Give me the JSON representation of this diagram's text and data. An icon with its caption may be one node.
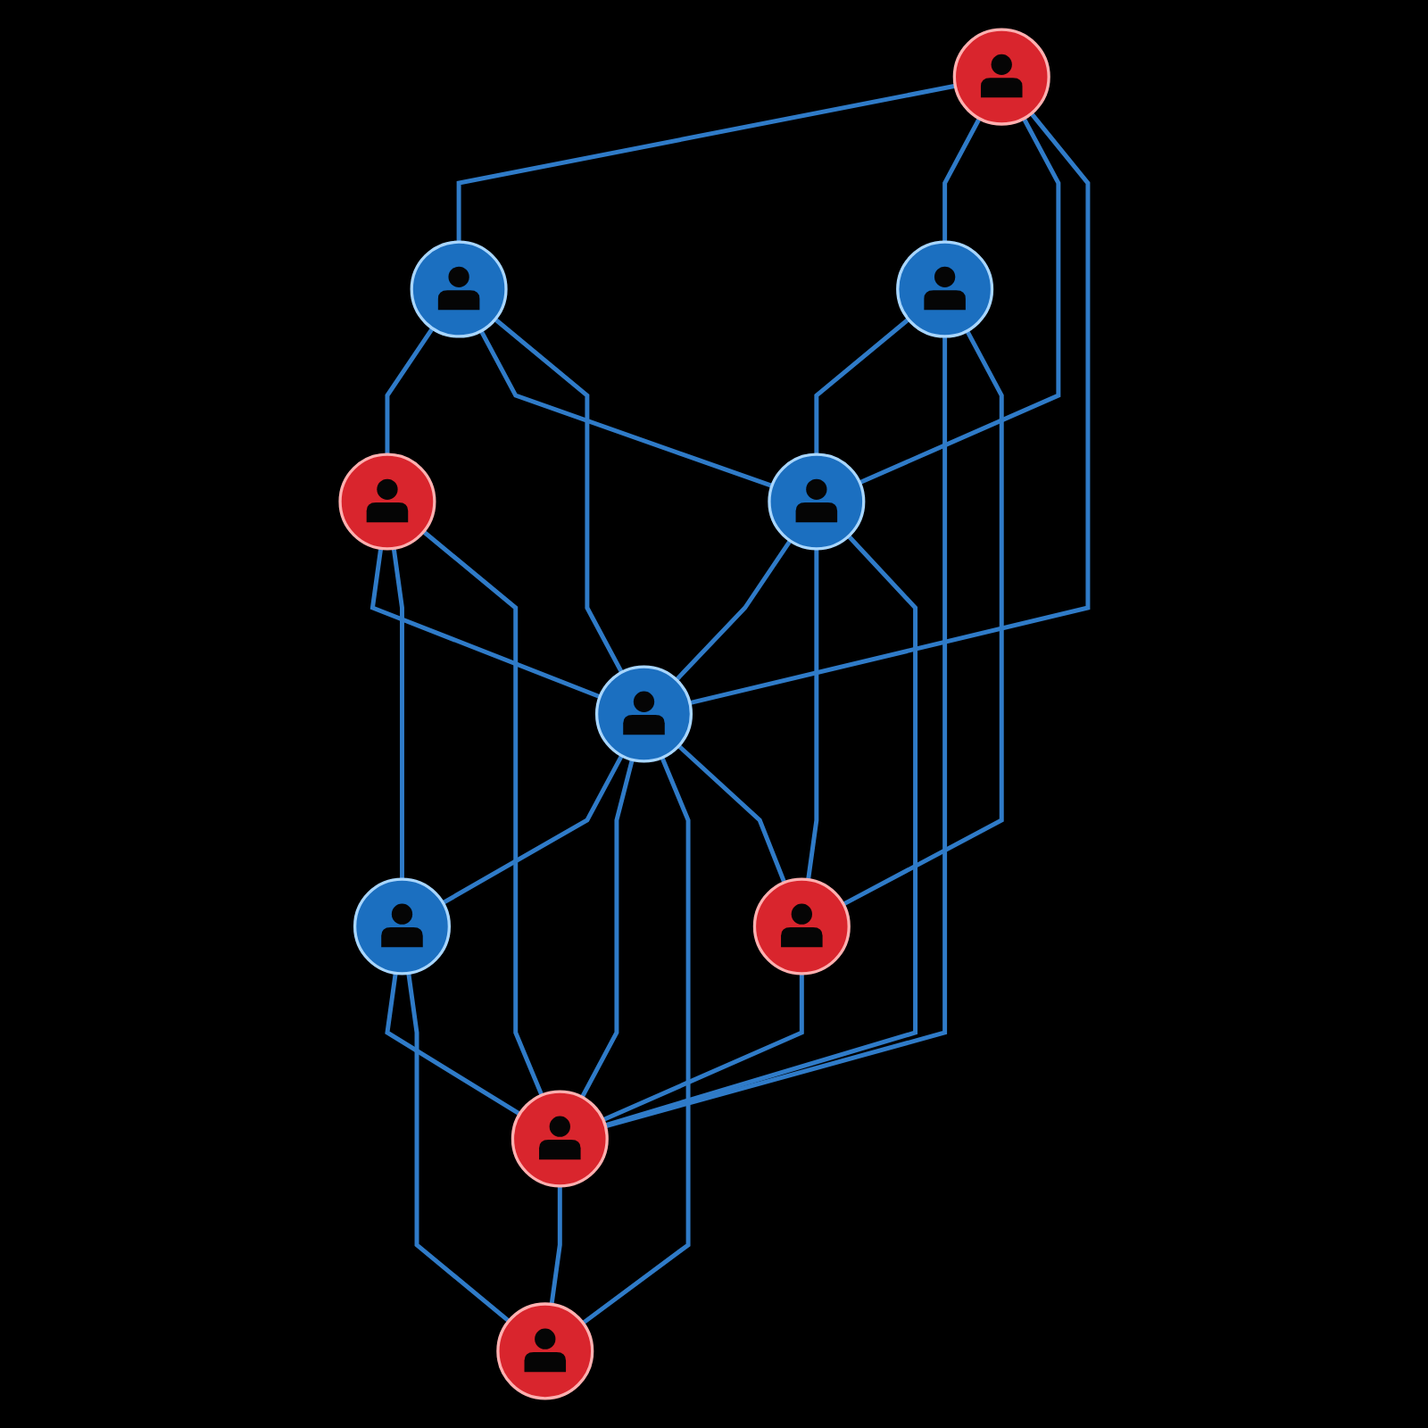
{
  "diagram": {
    "nodes": [
      {
        "text": [],
        "shape": "person"
      },
      {
        "text": [],
        "shape": "person"
      },
      {
        "text": [],
        "shape": "person"
      },
      {
        "text": [],
        "shape": "person"
      },
      {
        "text": [],
        "shape": "person"
      },
      {
        "text": [],
        "shape": "person"
      },
      {
        "text": [],
        "shape": "person"
      },
      {
        "text": [],
        "shape": "person"
      },
      {
        "text": [],
        "shape": "person"
      },
      {
        "text": [],
        "shape": "person"
      }
    ],
    "edges": [
      {
        "from": 0,
        "to": 1,
        "arrow": "none"
      },
      {
        "from": 0,
        "to": 3,
        "arrow": "none"
      },
      {
        "from": 0,
        "to": 4,
        "arrow": "none"
      },
      {
        "from": 0,
        "to": 5,
        "arrow": "none"
      },
      {
        "from": 1,
        "to": 2,
        "arrow": "none"
      },
      {
        "from": 1,
        "to": 4,
        "arrow": "none"
      },
      {
        "from": 1,
        "to": 5,
        "arrow": "none"
      },
      {
        "from": 2,
        "to": 5,
        "arrow": "none"
      },
      {
        "from": 2,
        "to": 6,
        "arrow": "none"
      },
      {
        "from": 2,
        "to": 8,
        "arrow": "none"
      },
      {
        "from": 3,
        "to": 4,
        "arrow": "none"
      },
      {
        "from": 3,
        "to": 8,
        "arrow": "none"
      },
      {
        "from": 3,
        "to": 7,
        "arrow": "none"
      },
      {
        "from": 4,
        "to": 5,
        "arrow": "none"
      },
      {
        "from": 4,
        "to": 7,
        "arrow": "none"
      },
      {
        "from": 4,
        "to": 8,
        "arrow": "none"
      },
      {
        "from": 5,
        "to": 6,
        "arrow": "none"
      },
      {
        "from": 5,
        "to": 8,
        "arrow": "none"
      },
      {
        "from": 5,
        "to": 9,
        "arrow": "none"
      },
      {
        "from": 5,
        "to": 7,
        "arrow": "none"
      },
      {
        "from": 6,
        "to": 8,
        "arrow": "none"
      },
      {
        "from": 6,
        "to": 9,
        "arrow": "none"
      },
      {
        "from": 7,
        "to": 8,
        "arrow": "none"
      },
      {
        "from": 8,
        "to": 9,
        "arrow": "none"
      }
    ]
  }
}
